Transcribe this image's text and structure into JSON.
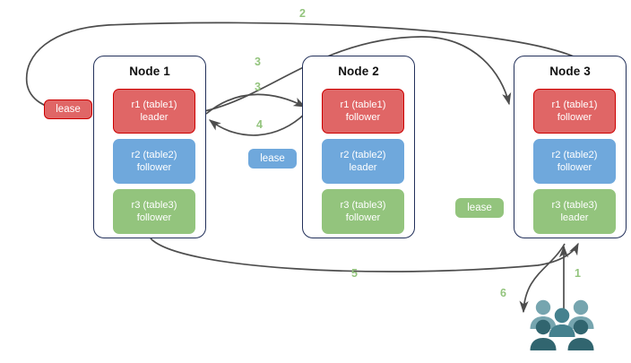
{
  "diagram": {
    "title": "Raft multi-node lease transfer diagram",
    "colors": {
      "red": "#e06666",
      "red_border": "#cc0000",
      "blue": "#6fa8dc",
      "green": "#93c47d",
      "node_border": "#22305a",
      "arrow": "#4d4d4d",
      "label_green": "#93c47d",
      "users_light": "#76a5af",
      "users_dark": "#45818e",
      "users_darker": "#2e5c6b"
    },
    "nodes": [
      {
        "id": "node-1",
        "title": "Node 1",
        "replicas": [
          {
            "id": "r1",
            "line1": "r1 (table1)",
            "line2": "leader",
            "color": "red"
          },
          {
            "id": "r2",
            "line1": "r2 (table2)",
            "line2": "follower",
            "color": "blue"
          },
          {
            "id": "r3",
            "line1": "r3 (table3)",
            "line2": "follower",
            "color": "green"
          }
        ]
      },
      {
        "id": "node-2",
        "title": "Node 2",
        "replicas": [
          {
            "id": "r1",
            "line1": "r1 (table1)",
            "line2": "follower",
            "color": "red"
          },
          {
            "id": "r2",
            "line1": "r2 (table2)",
            "line2": "leader",
            "color": "blue"
          },
          {
            "id": "r3",
            "line1": "r3 (table3)",
            "line2": "follower",
            "color": "green"
          }
        ]
      },
      {
        "id": "node-3",
        "title": "Node 3",
        "replicas": [
          {
            "id": "r1",
            "line1": "r1 (table1)",
            "line2": "follower",
            "color": "red"
          },
          {
            "id": "r2",
            "line1": "r2 (table2)",
            "line2": "follower",
            "color": "blue"
          },
          {
            "id": "r3",
            "line1": "r3 (table3)",
            "line2": "leader",
            "color": "green"
          }
        ]
      }
    ],
    "leases": [
      {
        "id": "lease-table1",
        "label": "lease",
        "color": "red"
      },
      {
        "id": "lease-table2",
        "label": "lease",
        "color": "blue"
      },
      {
        "id": "lease-table3",
        "label": "lease",
        "color": "green"
      }
    ],
    "edge_labels": [
      {
        "id": "label-1",
        "text": "1"
      },
      {
        "id": "label-2",
        "text": "2"
      },
      {
        "id": "label-3a",
        "text": "3"
      },
      {
        "id": "label-3b",
        "text": "3"
      },
      {
        "id": "label-4",
        "text": "4"
      },
      {
        "id": "label-5",
        "text": "5"
      },
      {
        "id": "label-6",
        "text": "6"
      }
    ],
    "users_icon": {
      "id": "users-icon",
      "name": "users-group-icon"
    }
  }
}
